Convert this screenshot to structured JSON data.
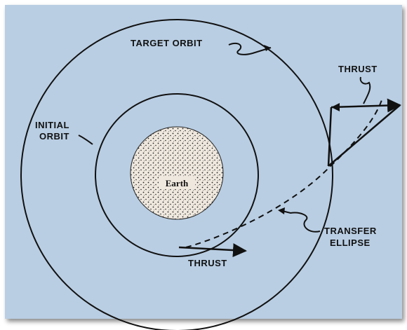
{
  "diagram": {
    "labels": {
      "target_orbit": "TARGET ORBIT",
      "initial_orbit_line1": "INITIAL",
      "initial_orbit_line2": "ORBIT",
      "earth": "Earth",
      "thrust_top": "THRUST",
      "thrust_bottom": "THRUST",
      "transfer_ellipse_line1": "TRANSFER",
      "transfer_ellipse_line2": "ELLIPSE"
    },
    "colors": {
      "background": "#b9cee3",
      "ink": "#111111",
      "earth_fill": "#efe8de"
    }
  }
}
